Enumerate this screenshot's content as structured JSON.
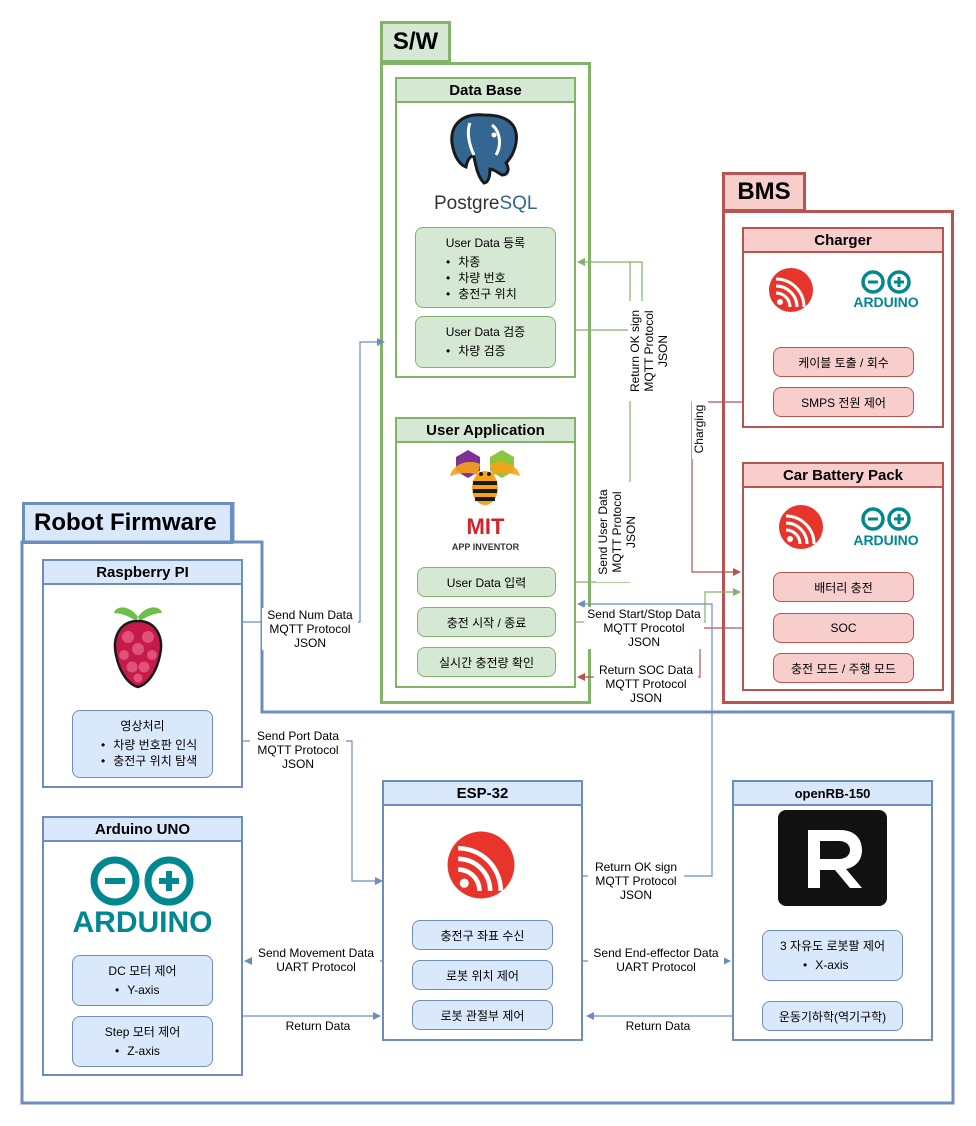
{
  "groups": {
    "sw": "S/W",
    "bms": "BMS",
    "robot": "Robot Firmware"
  },
  "panels": {
    "database": {
      "title": "Data Base",
      "logo_text_a": "Postgre",
      "logo_text_b": "SQL",
      "register": {
        "title": "User Data 등록",
        "items": [
          "차종",
          "차량 번호",
          "충전구 위치"
        ]
      },
      "verify": {
        "title": "User Data 검증",
        "items": [
          "차량 검증"
        ]
      }
    },
    "user_app": {
      "title": "User Application",
      "logo_main": "MIT",
      "logo_sub": "APP INVENTOR",
      "buttons": [
        "User Data 입력",
        "충전 시작 / 종료",
        "실시간 충전량 확인"
      ]
    },
    "charger": {
      "title": "Charger",
      "logo_text": "ARDUINO",
      "buttons": [
        "케이블 토출 / 회수",
        "SMPS 전원 제어"
      ]
    },
    "battery": {
      "title": "Car Battery Pack",
      "logo_text": "ARDUINO",
      "buttons": [
        "배터리 충전",
        "SOC",
        "충전 모드 / 주행 모드"
      ]
    },
    "raspberry": {
      "title": "Raspberry PI",
      "box": {
        "title": "영상처리",
        "items": [
          "차량 번호판 인식",
          "충전구 위치 탐색"
        ]
      }
    },
    "arduino_uno": {
      "title": "Arduino UNO",
      "logo_text": "ARDUINO",
      "dc": {
        "title": "DC 모터 제어",
        "items": [
          "Y-axis"
        ]
      },
      "step": {
        "title": "Step 모터 제어",
        "items": [
          "Z-axis"
        ]
      }
    },
    "esp32": {
      "title": "ESP-32",
      "buttons": [
        "충전구 좌표 수신",
        "로봇 위치 제어",
        "로봇 관절부 제어"
      ]
    },
    "openrb": {
      "title": "openRB-150",
      "box": {
        "title": "3 자유도 로봇팔 제어",
        "items": [
          "X-axis"
        ]
      },
      "kinematics": "운동기하학(역기구학)"
    }
  },
  "connections": {
    "send_num": [
      "Send Num Data",
      "MQTT Protocol",
      "JSON"
    ],
    "send_port": [
      "Send Port Data",
      "MQTT Protocol",
      "JSON"
    ],
    "send_start_stop": [
      "Send Start/Stop Data",
      "MQTT Procotol",
      "JSON"
    ],
    "return_soc": [
      "Return SOC Data",
      "MQTT Protocol",
      "JSON"
    ],
    "return_ok_esp": [
      "Return OK sign",
      "MQTT Protocol",
      "JSON"
    ],
    "send_movement": [
      "Send Movement Data",
      "UART Protocol"
    ],
    "return_data_left": "Return Data",
    "send_end_effector": [
      "Send End-effector Data",
      "UART Protocol"
    ],
    "return_data_right": "Return Data",
    "return_ok_vertical": [
      "Return OK sign",
      "MQTT Protocol",
      "JSON"
    ],
    "send_user_vertical": [
      "Send User Data",
      "MQTT Protocol",
      "JSON"
    ],
    "charging": "Charging"
  },
  "colors": {
    "green_border": "#82b366",
    "green_fill": "#d5e8d4",
    "red_border": "#b85450",
    "red_fill": "#f8cecc",
    "blue_border": "#6c8ebf",
    "blue_fill": "#dae8fc",
    "espressif_red": "#e7352c",
    "arduino_teal": "#00878f",
    "raspberry_red": "#c51a4a",
    "postgres_blue": "#336791"
  }
}
